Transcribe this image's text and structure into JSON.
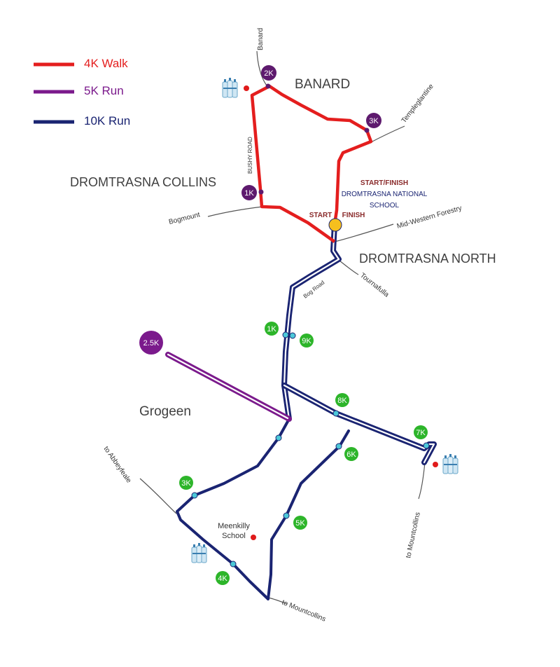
{
  "legend": [
    {
      "label": "4K Walk",
      "color": "#e41e1e"
    },
    {
      "label": "5K Run",
      "color": "#7b1a8c"
    },
    {
      "label": "10K Run",
      "color": "#1a2472"
    }
  ],
  "places": {
    "banard": "BANARD",
    "dromtrasna_collins": "DROMTRASNA COLLINS",
    "dromtrasna_north": "DROMTRASNA NORTH",
    "grogeen": "Grogeen"
  },
  "roads": {
    "banard": "Banard",
    "templeglantine": "Templeglantine",
    "bushy_road": "BUSHY ROAD",
    "bogmount": "Bogmount",
    "mid_western_forestry": "Mid-Western Forestry",
    "tournafulla": "Tournafulla",
    "bog_road": "Bog Road",
    "to_abbeyfeale": "to Abbeyfeale",
    "to_mountcollins_south": "to Mountcollins",
    "to_mountcollins_east": "to Mountcollins"
  },
  "start_finish": {
    "title": "START/FINISH",
    "school_line1": "DROMTRASNA  NATIONAL",
    "school_line2": "SCHOOL",
    "start": "START",
    "finish": "FINISH"
  },
  "meenkilly": {
    "line1": "Meenkilly",
    "line2": "School"
  },
  "markers": {
    "walk_1k": "1K",
    "walk_2k": "2K",
    "walk_3k": "3K",
    "run_2_5k": "2.5K",
    "run10_1k": "1K",
    "run10_3k": "3K",
    "run10_4k": "4K",
    "run10_5k": "5K",
    "run10_6k": "6K",
    "run10_7k": "7K",
    "run10_8k": "8K",
    "run10_9k": "9K"
  },
  "colors": {
    "walk": "#e41e1e",
    "run5k": "#7b1a8c",
    "run10k": "#1a2472",
    "green_marker": "#2db52a",
    "purple_marker": "#5e1a6e",
    "start_dot": "#f6bf1e",
    "water_dot": "#e01b1b",
    "checkpoint": "#4cc8d8",
    "label_dark": "#404040",
    "road": "#555555"
  },
  "icons": [
    "water-bottles-icon"
  ]
}
